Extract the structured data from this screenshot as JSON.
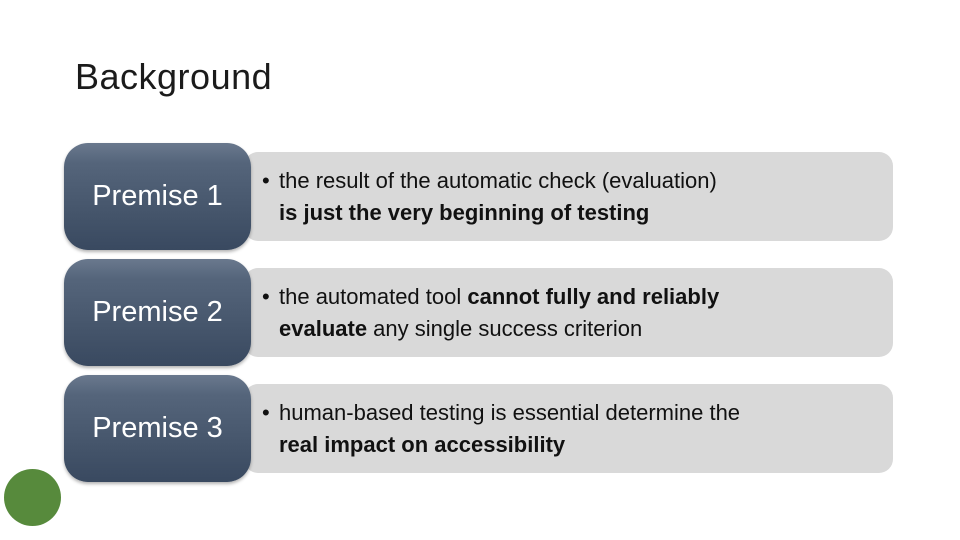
{
  "slide": {
    "title": "Background",
    "bullet_char": "•",
    "colors": {
      "background": "#ffffff",
      "title_text": "#1b1b1b",
      "premise_box_gradient_top": "#6a798e",
      "premise_box_gradient_bottom": "#394960",
      "premise_label_text": "#ffffff",
      "text_panel_background": "#d9d9d9",
      "body_text": "#111111",
      "circle_green": "#578a3c"
    }
  },
  "premises": [
    {
      "label": "Premise 1",
      "lines": [
        [
          {
            "text": "the result of the automatic check (evaluation)",
            "bold": false
          }
        ],
        [
          {
            "text": "is just the very beginning of testing",
            "bold": true
          }
        ]
      ]
    },
    {
      "label": "Premise 2",
      "lines": [
        [
          {
            "text": "the automated tool ",
            "bold": false
          },
          {
            "text": "cannot fully and reliably",
            "bold": true
          }
        ],
        [
          {
            "text": "evaluate",
            "bold": true
          },
          {
            "text": " any single success criterion",
            "bold": false
          }
        ]
      ]
    },
    {
      "label": "Premise 3",
      "lines": [
        [
          {
            "text": "human-based testing is essential determine the",
            "bold": false
          }
        ],
        [
          {
            "text": "real impact on accessibility",
            "bold": true
          }
        ]
      ]
    }
  ]
}
